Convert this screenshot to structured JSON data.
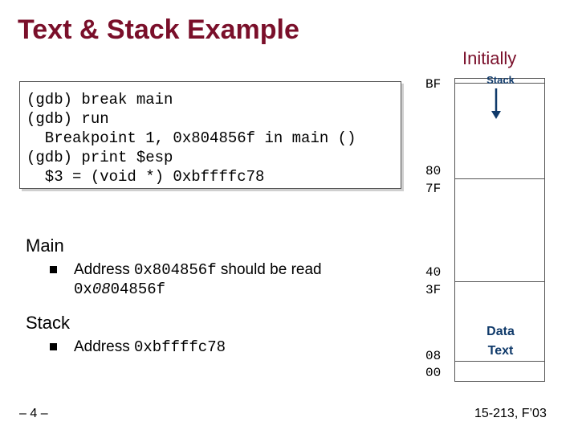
{
  "slide": {
    "title": "Text & Stack Example",
    "subtitle": "Initially",
    "page_number": "– 4 –",
    "course": "15-213, F’03"
  },
  "gdb": {
    "lines": [
      "(gdb) break main",
      "(gdb) run",
      "  Breakpoint 1, 0x804856f in main ()",
      "(gdb) print $esp",
      "  $3 = (void *) 0xbffffc78"
    ]
  },
  "sections": [
    {
      "heading": "Main",
      "bullet_text": "Address ",
      "bullet_code": "0x804856f",
      "bullet_rest": " should be read",
      "bullet_line2": "0x08048 56f"
    },
    {
      "heading": "Stack",
      "bullet_text": "Address ",
      "bullet_code": "0xbffffc78"
    }
  ],
  "memory": {
    "addresses": [
      "BF",
      "80",
      "7F",
      "40",
      "3F",
      "08",
      "00"
    ],
    "stack_label": "Stack",
    "data_label": "Data",
    "text_label": "Text"
  },
  "colors": {
    "title": "#7a0f2a",
    "memory_label": "#103a6a"
  }
}
